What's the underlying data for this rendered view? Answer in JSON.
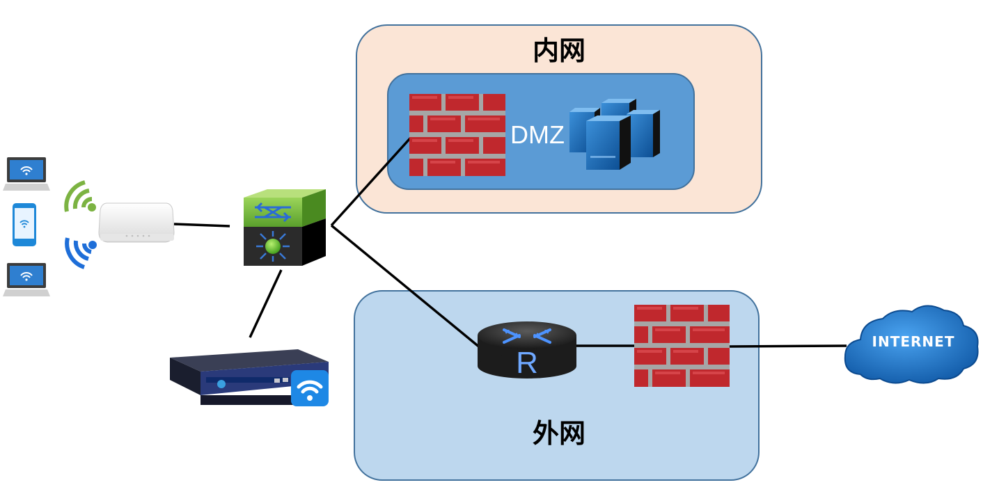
{
  "zones": {
    "intranet": {
      "label": "内网",
      "bg": "#fbe5d6",
      "border": "#41719c"
    },
    "dmz": {
      "label": "DMZ",
      "bg": "#5b9bd5"
    },
    "extranet": {
      "label": "外网",
      "bg": "#bdd7ee",
      "border": "#41719c"
    }
  },
  "router": {
    "letter": "R"
  },
  "cloud": {
    "label": "INTERNET",
    "color": "#2e75b6"
  },
  "colors": {
    "firewall": "#c0282d",
    "mortar": "#a6a6a6",
    "link": "#000000"
  },
  "icons": [
    "laptop-icon",
    "smartphone-icon",
    "wireless-access-point-icon",
    "wifi-signal-icon",
    "layer3-switch-icon",
    "wireless-controller-icon",
    "firewall-icon",
    "server-cluster-icon",
    "router-icon",
    "internet-cloud-icon"
  ]
}
